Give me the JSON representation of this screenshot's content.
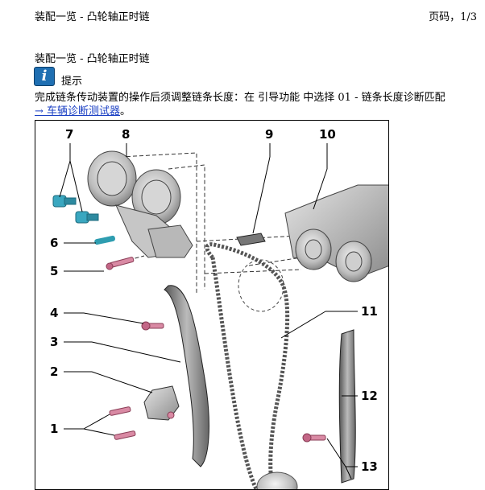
{
  "header": {
    "doc_title": "装配一览 - 凸轮轴正时链",
    "page_label": "页码，1/3"
  },
  "section": {
    "title": "装配一览 - 凸轮轴正时链"
  },
  "note": {
    "icon": "info-icon",
    "label": "提示",
    "text": "完成链条传动装置的操作后须调整链条长度：在 引导功能 中选择 01 - 链条长度诊断匹配",
    "link_text": "→ 车辆诊断测试器",
    "link_suffix": "。"
  },
  "figure": {
    "callouts": [
      "7",
      "8",
      "9",
      "10",
      "6",
      "5",
      "4",
      "11",
      "3",
      "2",
      "12",
      "1",
      "13"
    ]
  }
}
